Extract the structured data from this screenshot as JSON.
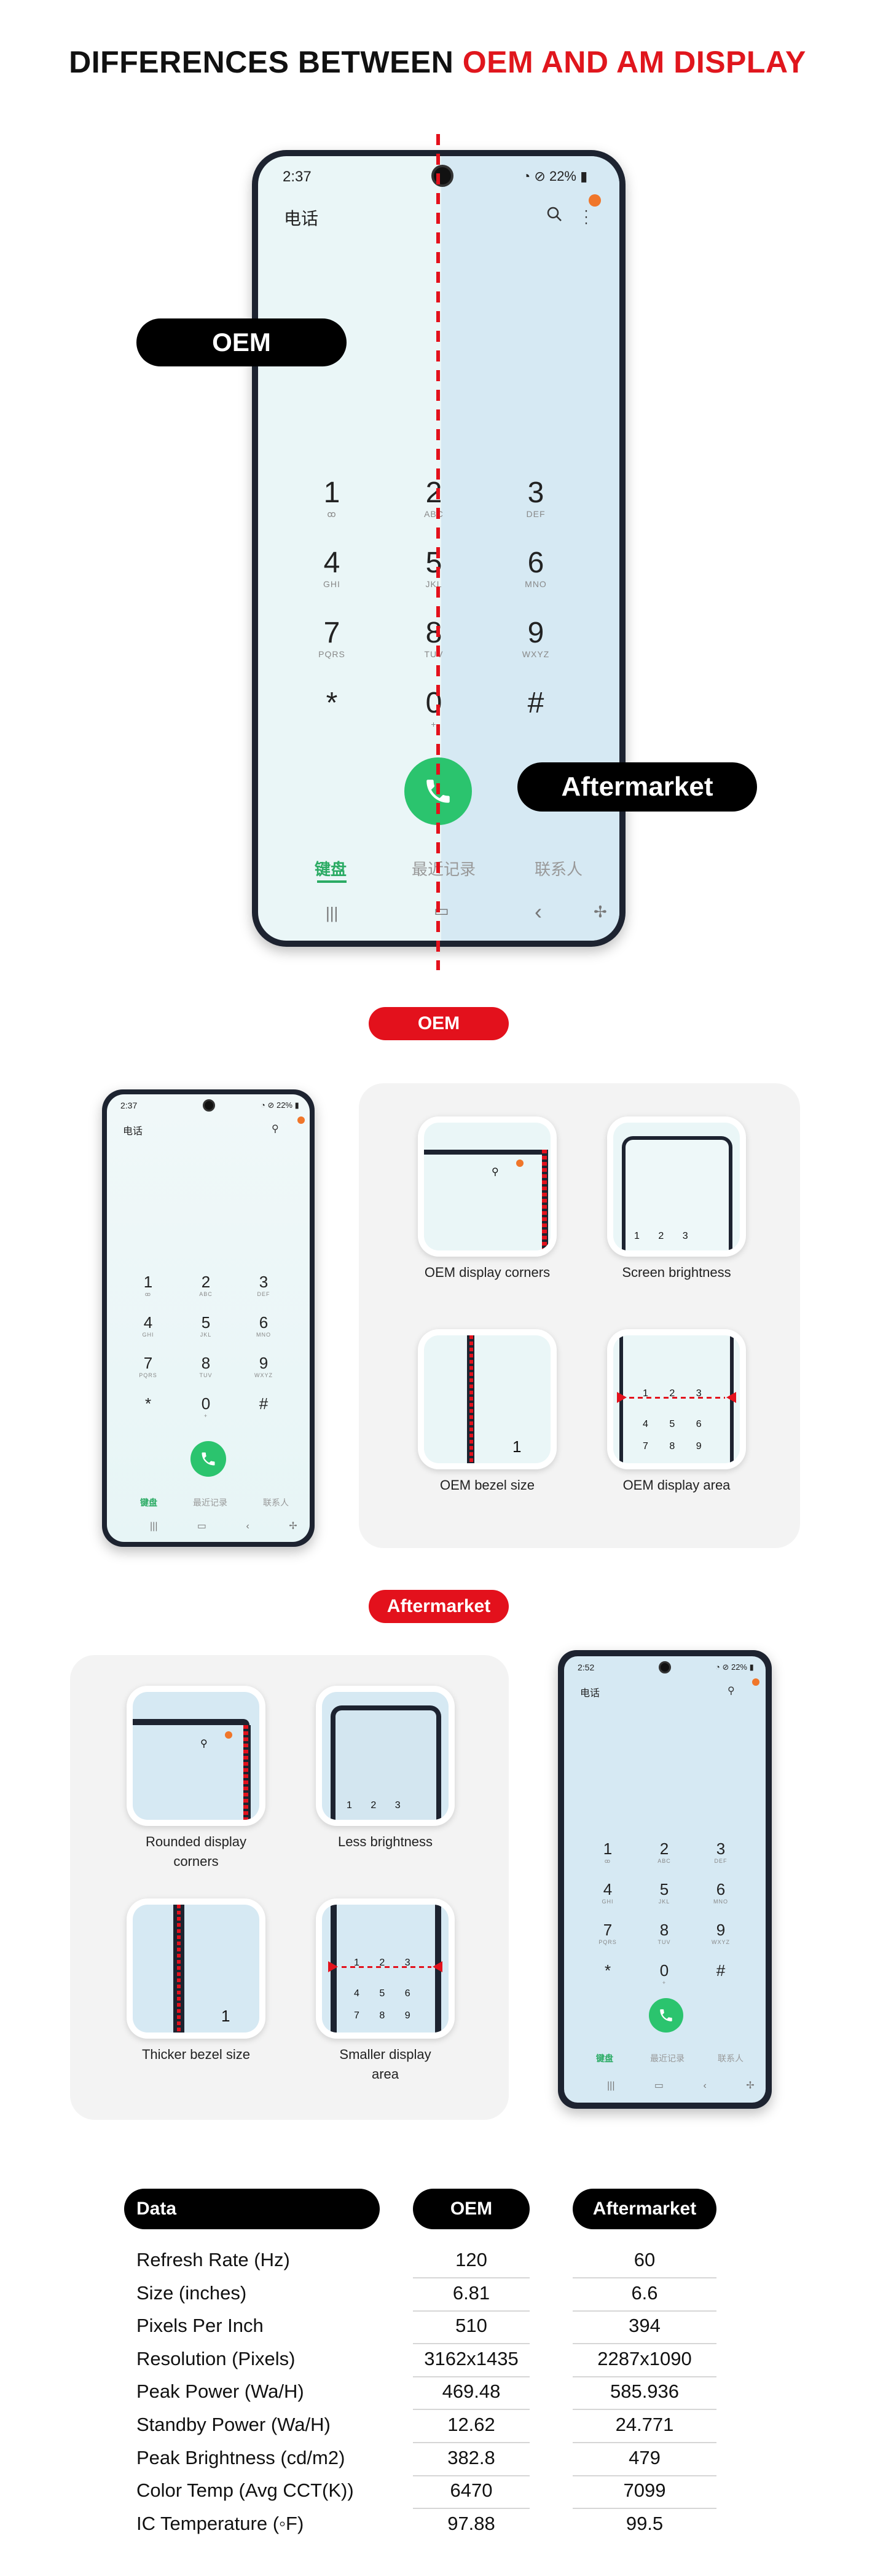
{
  "title": {
    "prefix": "DIFFERENCES BETWEEN ",
    "highlight": "OEM AND AM DISPLAY"
  },
  "colors": {
    "accent_red": "#e3111c",
    "call_green": "#2bc46e",
    "tab_green": "#2bab64",
    "oem_screen": "#eaf6f7",
    "am_screen": "#d6e9f3"
  },
  "hero": {
    "status_time": "2:37",
    "status_right": "22%",
    "app_title": "电话",
    "labels": {
      "left": "OEM",
      "right": "Aftermarket"
    },
    "keys": [
      {
        "num": "1",
        "sub": "ꝏ"
      },
      {
        "num": "2",
        "sub": "ABC"
      },
      {
        "num": "3",
        "sub": "DEF"
      },
      {
        "num": "4",
        "sub": "GHI"
      },
      {
        "num": "5",
        "sub": "JKL"
      },
      {
        "num": "6",
        "sub": "MNO"
      },
      {
        "num": "7",
        "sub": "PQRS"
      },
      {
        "num": "8",
        "sub": "TUV"
      },
      {
        "num": "9",
        "sub": "WXYZ"
      },
      {
        "num": "*",
        "sub": ""
      },
      {
        "num": "0",
        "sub": "+"
      },
      {
        "num": "#",
        "sub": ""
      }
    ],
    "tabs": [
      "键盘",
      "最近记录",
      "联系人"
    ],
    "nav": [
      "|||",
      "▭",
      "‹",
      "✢"
    ]
  },
  "oem_section": {
    "badge": "OEM",
    "phone_time": "2:37",
    "thumbs": [
      {
        "caption": "OEM display corners"
      },
      {
        "caption": "Screen brightness"
      },
      {
        "caption": "OEM bezel size"
      },
      {
        "caption": "OEM display area"
      }
    ]
  },
  "am_section": {
    "badge": "Aftermarket",
    "phone_time": "2:52",
    "thumbs": [
      {
        "caption": "Rounded display corners"
      },
      {
        "caption": "Less brightness"
      },
      {
        "caption": "Thicker bezel size"
      },
      {
        "caption": "Smaller display area"
      }
    ]
  },
  "table": {
    "headers": [
      "Data",
      "OEM",
      "Aftermarket"
    ],
    "rows": [
      {
        "label": "Refresh Rate (Hz)",
        "oem": "120",
        "am": "60"
      },
      {
        "label": "Size (inches)",
        "oem": "6.81",
        "am": "6.6"
      },
      {
        "label": "Pixels Per Inch",
        "oem": "510",
        "am": "394"
      },
      {
        "label": "Resolution (Pixels)",
        "oem": "3162x1435",
        "am": "2287x1090"
      },
      {
        "label": "Peak Power (Wa/H)",
        "oem": "469.48",
        "am": "585.936"
      },
      {
        "label": "Standby Power (Wa/H)",
        "oem": "12.62",
        "am": "24.771"
      },
      {
        "label": "Peak Brightness (cd/m2)",
        "oem": "382.8",
        "am": "479"
      },
      {
        "label": "Color Temp (Avg CCT(K))",
        "oem": "6470",
        "am": "7099"
      },
      {
        "label": "IC Temperature (◦F)",
        "oem": "97.88",
        "am": "99.5"
      }
    ]
  }
}
